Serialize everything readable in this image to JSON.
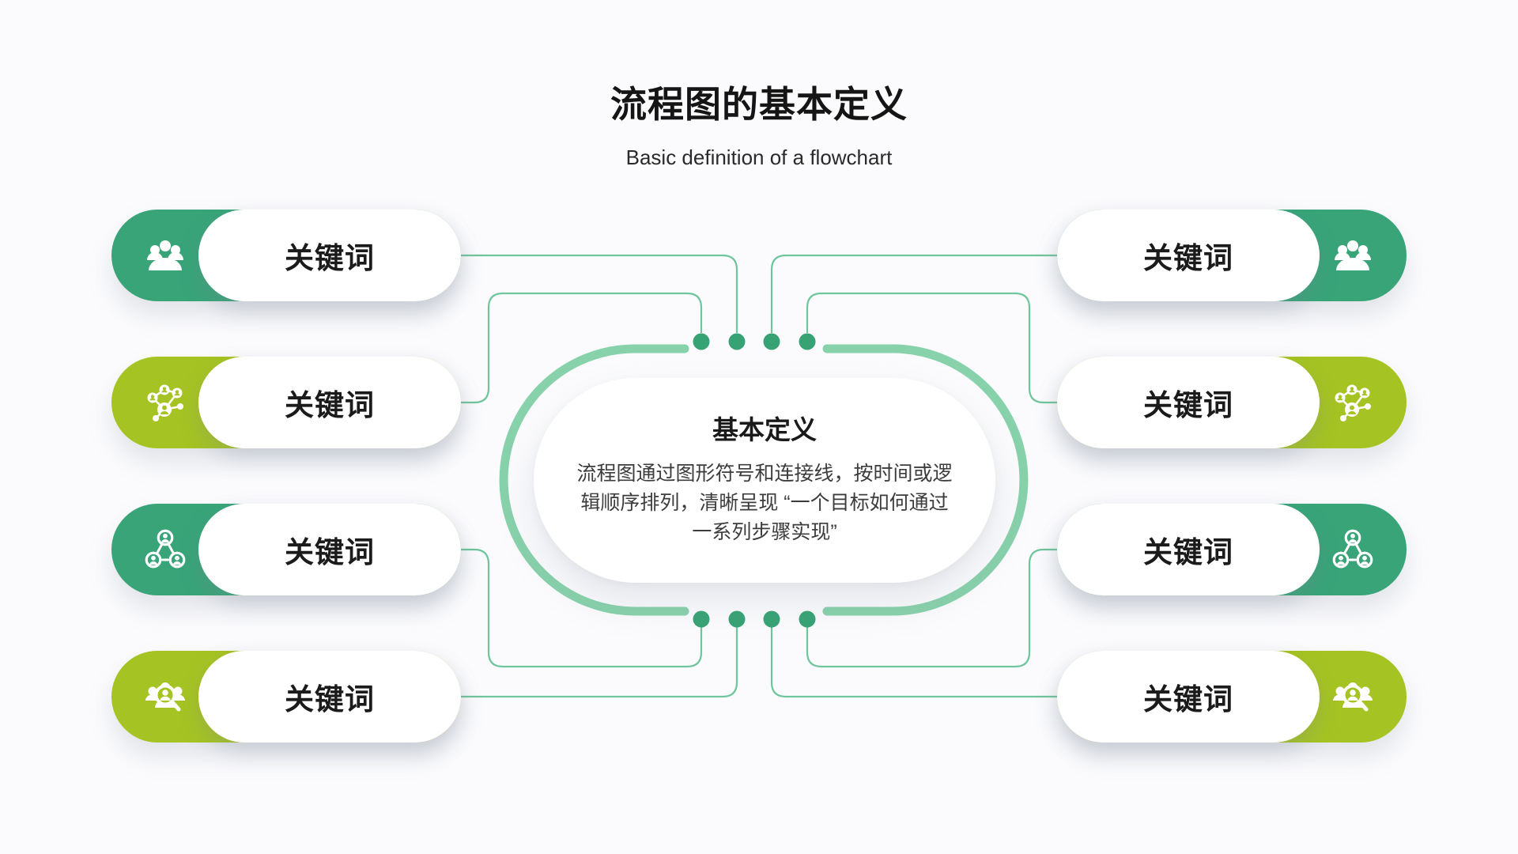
{
  "page": {
    "title": "流程图的基本定义",
    "subtitle": "Basic definition of a flowchart"
  },
  "center": {
    "heading": "基本定义",
    "body": "流程图通过图形符号和连接线，按时间或逻\n辑顺序排列，清晰呈现 “一个目标如何通过\n一系列步骤实现”"
  },
  "pills": {
    "left": [
      {
        "label": "关键词",
        "icon": "meeting-audience-icon",
        "color": "#38a478"
      },
      {
        "label": "关键词",
        "icon": "people-network-icon",
        "color": "#a5c322"
      },
      {
        "label": "关键词",
        "icon": "hierarchy-icon",
        "color": "#38a478"
      },
      {
        "label": "关键词",
        "icon": "people-search-icon",
        "color": "#a5c322"
      }
    ],
    "right": [
      {
        "label": "关键词",
        "icon": "meeting-audience-icon",
        "color": "#38a478"
      },
      {
        "label": "关键词",
        "icon": "people-network-icon",
        "color": "#a5c322"
      },
      {
        "label": "关键词",
        "icon": "hierarchy-icon",
        "color": "#38a478"
      },
      {
        "label": "关键词",
        "icon": "people-search-icon",
        "color": "#a5c322"
      }
    ]
  },
  "colors": {
    "background": "#fbfbfd",
    "green_pill": "#38a478",
    "lime_pill": "#a5c322",
    "capsule_ring": "#87d1ab",
    "connector_line": "#6fc59c",
    "connector_dot": "#37a374",
    "title_text": "#151515",
    "body_text": "#3c3c3c"
  }
}
